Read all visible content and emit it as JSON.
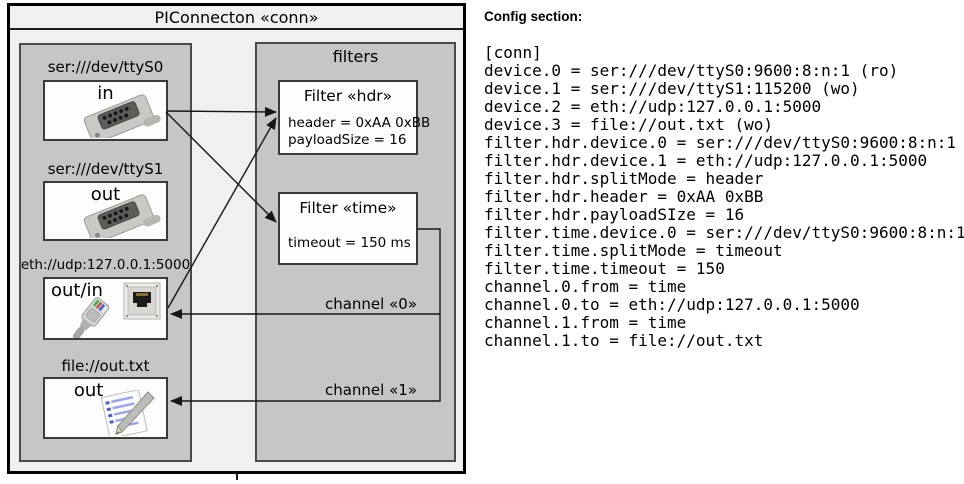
{
  "diagram": {
    "title": "PIConnecton «conn»",
    "devices": [
      {
        "label": "ser:///dev/ttyS0",
        "direction": "in",
        "icon": "serial-connector"
      },
      {
        "label": "ser:///dev/ttyS1",
        "direction": "out",
        "icon": "serial-connector"
      },
      {
        "label": "eth://udp:127.0.0.1:5000",
        "direction": "out/in",
        "icon": "ethernet-connector"
      },
      {
        "label": "file://out.txt",
        "direction": "out",
        "icon": "notepad"
      }
    ],
    "filters_panel": {
      "title": "filters",
      "filters": [
        {
          "title": "Filter «hdr»",
          "params": [
            "header = 0xAA 0xBB",
            "payloadSize = 16"
          ]
        },
        {
          "title": "Filter «time»",
          "params": [
            "timeout = 150 ms"
          ]
        }
      ]
    },
    "channels": [
      {
        "label": "channel «0»"
      },
      {
        "label": "channel «1»"
      }
    ]
  },
  "config": {
    "heading": "Config section:",
    "lines": [
      "[conn]",
      "device.0 = ser:///dev/ttyS0:9600:8:n:1 (ro)",
      "device.1 = ser:///dev/ttyS1:115200 (wo)",
      "device.2 = eth://udp:127.0.0.1:5000",
      "device.3 = file://out.txt (wo)",
      "filter.hdr.device.0 = ser:///dev/ttyS0:9600:8:n:1",
      "filter.hdr.device.1 = eth://udp:127.0.0.1:5000",
      "filter.hdr.splitMode = header",
      "filter.hdr.header = 0xAA 0xBB",
      "filter.hdr.payloadSIze = 16",
      "filter.time.device.0 = ser:///dev/ttyS0:9600:8:n:1",
      "filter.time.splitMode = timeout",
      "filter.time.timeout = 150",
      "channel.0.from = time",
      "channel.0.to = eth://udp:127.0.0.1:5000",
      "channel.1.from = time",
      "channel.1.to = file://out.txt"
    ]
  }
}
